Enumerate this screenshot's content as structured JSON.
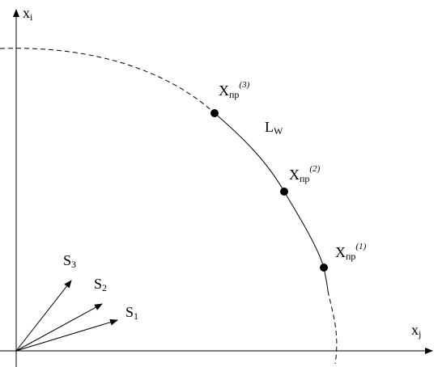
{
  "axes": {
    "vertical_label": {
      "main": "x",
      "sub": "i"
    },
    "horizontal_label": {
      "main": "x",
      "sub": "j"
    }
  },
  "curve": {
    "label": {
      "main": "L",
      "sub": "W"
    }
  },
  "points": [
    {
      "main": "X",
      "sub": "пр",
      "sup": "(3)"
    },
    {
      "main": "X",
      "sub": "пр",
      "sup": "(2)"
    },
    {
      "main": "X",
      "sub": "пр",
      "sup": "(1)"
    }
  ],
  "vectors": [
    {
      "main": "S",
      "sub": "3"
    },
    {
      "main": "S",
      "sub": "2"
    },
    {
      "main": "S",
      "sub": "1"
    }
  ],
  "colors": {
    "ink": "#000000",
    "background": "#ffffff"
  }
}
